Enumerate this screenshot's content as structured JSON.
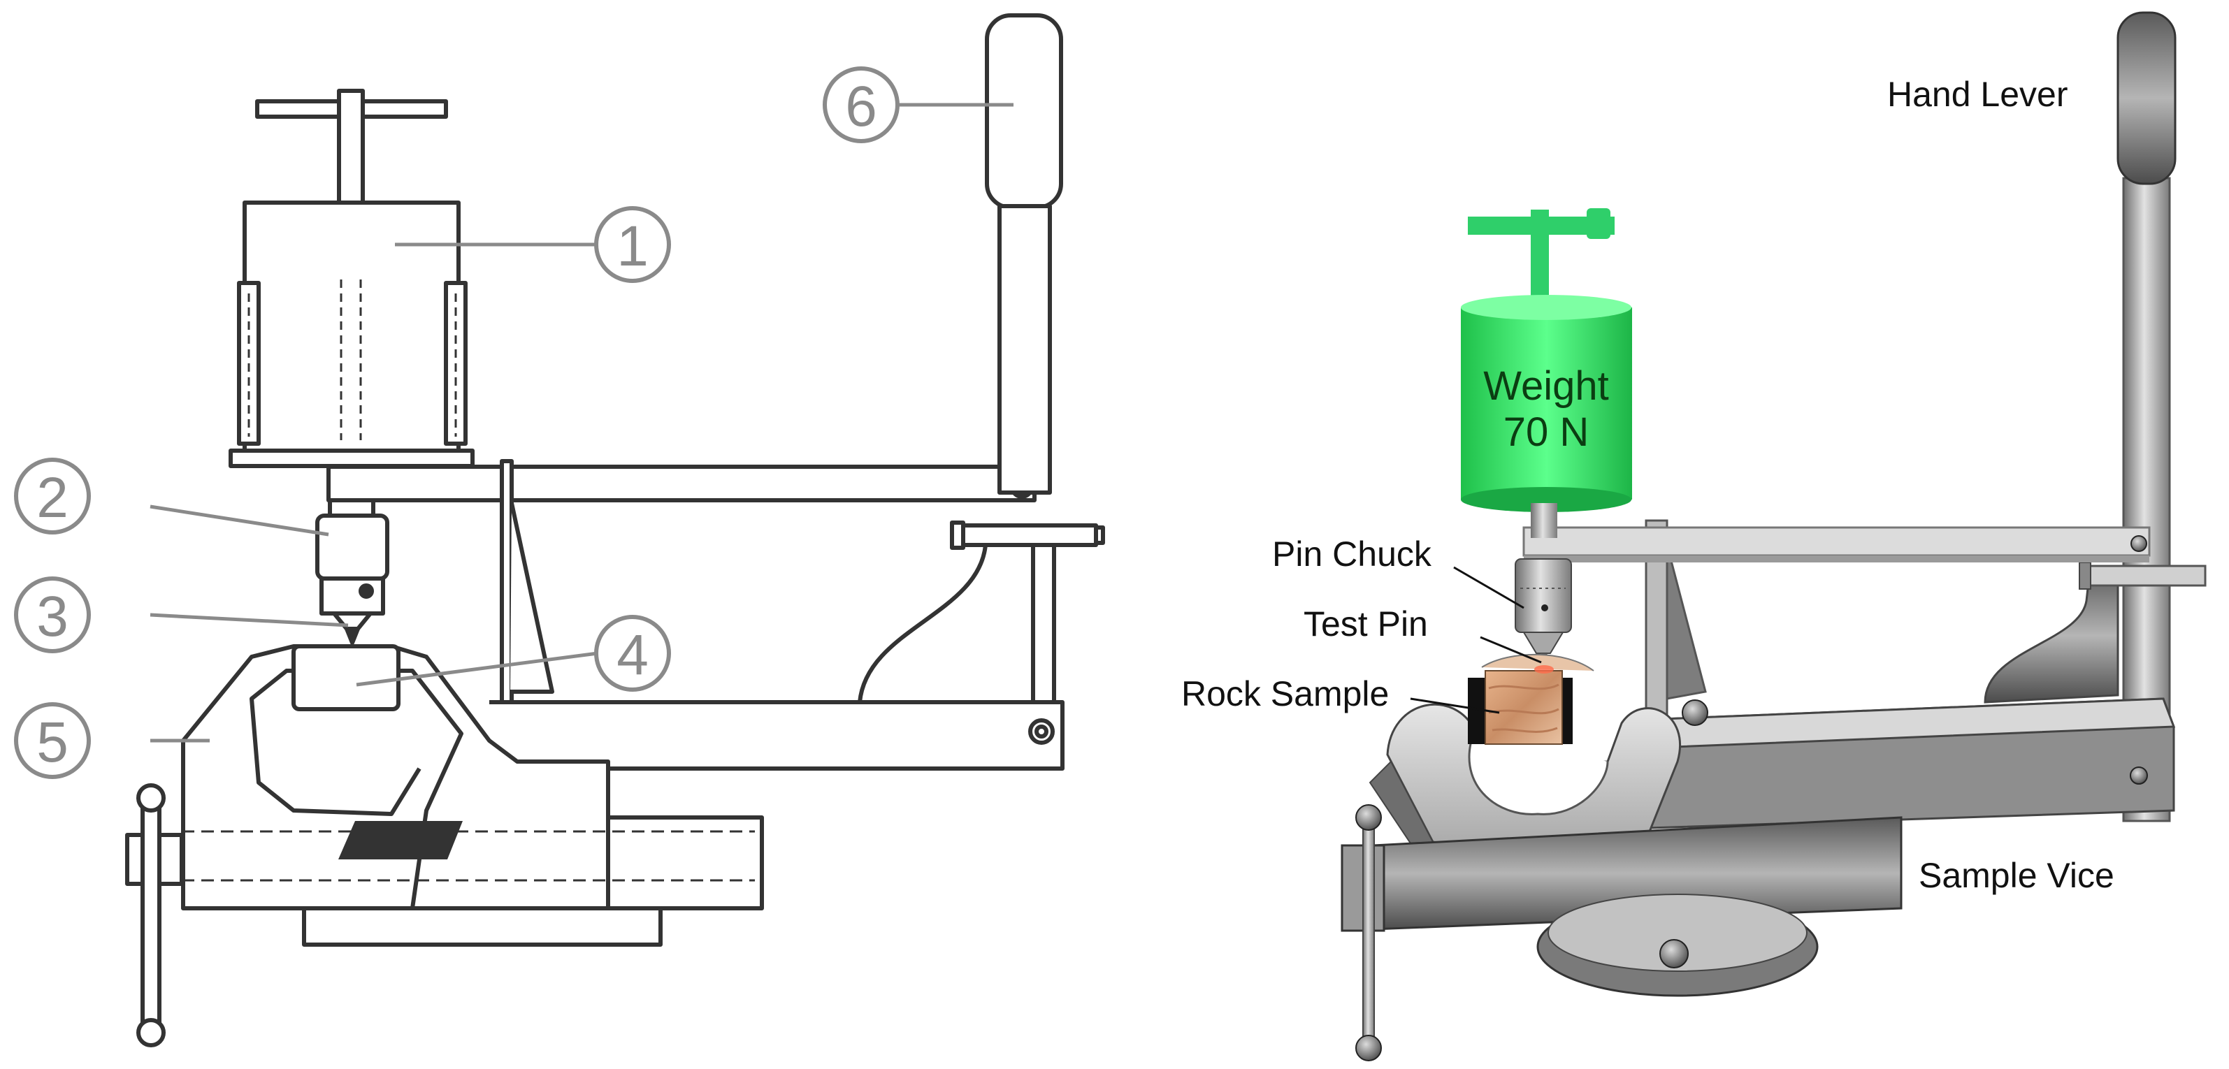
{
  "schematic": {
    "callouts": [
      "1",
      "2",
      "3",
      "4",
      "5",
      "6"
    ]
  },
  "rendering": {
    "weight_line1": "Weight",
    "weight_line2": "70 N",
    "labels": {
      "hand_lever": "Hand Lever",
      "pin_chuck": "Pin Chuck",
      "test_pin": "Test Pin",
      "rock_sample": "Rock Sample",
      "sample_vice": "Sample Vice"
    }
  },
  "colors": {
    "weight": "#27e85a",
    "t_handle": "#2fcf6a",
    "metal": "#9a9a9a",
    "rock": "#d9a37c",
    "line": "#444444",
    "callout": "#8a8a8a"
  }
}
